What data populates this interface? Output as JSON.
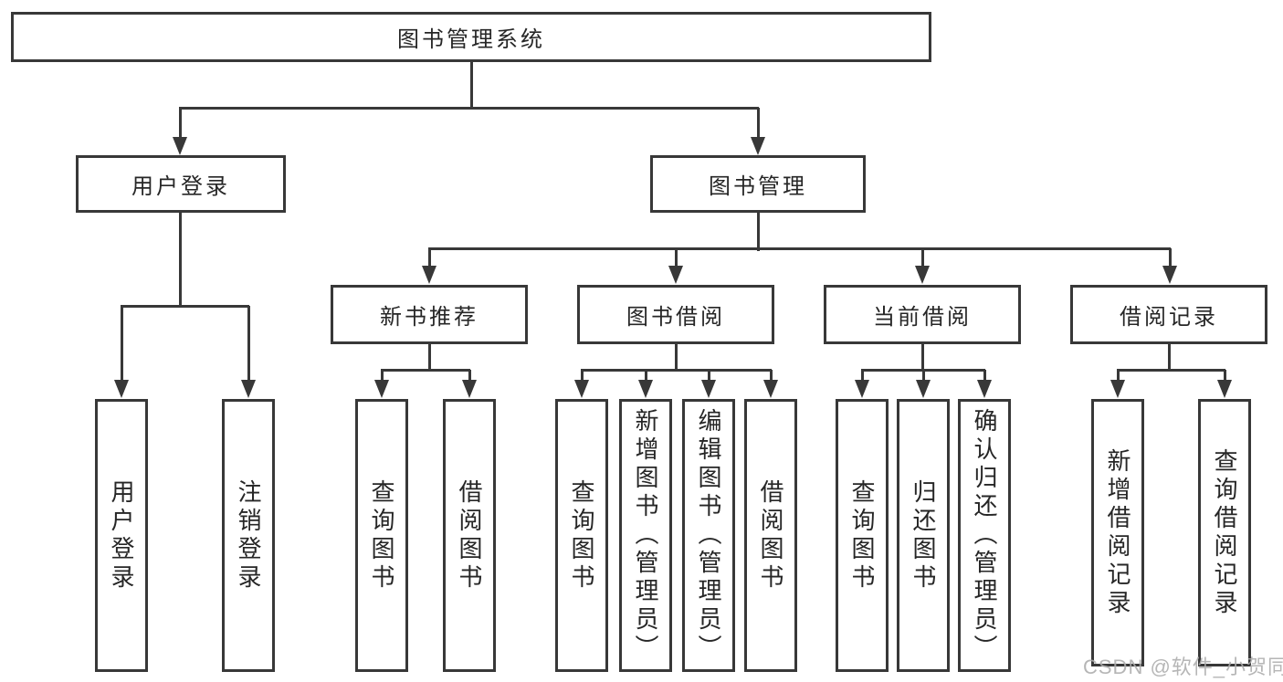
{
  "tree": {
    "root": {
      "label": "图书管理系统",
      "children": [
        {
          "label": "用户登录",
          "children": [
            {
              "label": "用户登录"
            },
            {
              "label": "注销登录"
            }
          ]
        },
        {
          "label": "图书管理",
          "children": [
            {
              "label": "新书推荐",
              "children": [
                {
                  "label": "查询图书"
                },
                {
                  "label": "借阅图书"
                }
              ]
            },
            {
              "label": "图书借阅",
              "children": [
                {
                  "label": "查询图书"
                },
                {
                  "label": "新增图书（管理员）"
                },
                {
                  "label": "编辑图书（管理员）"
                },
                {
                  "label": "借阅图书"
                }
              ]
            },
            {
              "label": "当前借阅",
              "children": [
                {
                  "label": "查询图书"
                },
                {
                  "label": "归还图书"
                },
                {
                  "label": "确认归还（管理员）"
                }
              ]
            },
            {
              "label": "借阅记录",
              "children": [
                {
                  "label": "新增借阅记录"
                },
                {
                  "label": "查询借阅记录"
                }
              ]
            }
          ]
        }
      ]
    }
  },
  "watermark": {
    "text": "CSDN @软件_小贺同学"
  },
  "colors": {
    "line": "#383838",
    "text": "#262626",
    "watermark": "#acacac",
    "background": "#ffffff"
  }
}
